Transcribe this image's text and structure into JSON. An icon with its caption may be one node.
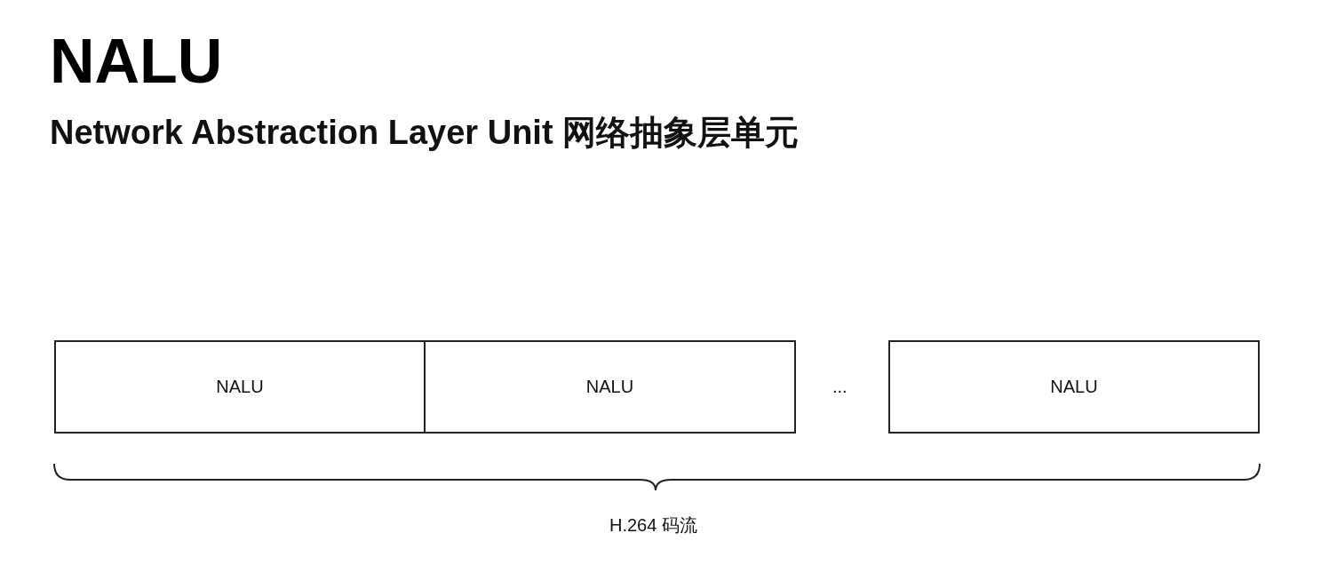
{
  "diagram": {
    "title": "NALU",
    "nodes": [
      {
        "text": [
          "NALU"
        ]
      },
      {
        "text": [
          "NALU"
        ]
      },
      {
        "text": [
          "NALU"
        ]
      }
    ],
    "labels": [
      "Network Abstraction Layer Unit 网络抽象层单元",
      "...",
      "H.264 码流"
    ]
  }
}
